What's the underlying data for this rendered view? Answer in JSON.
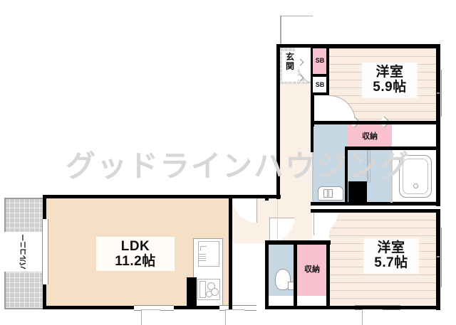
{
  "document": {
    "type": "floor-plan",
    "language": "ja",
    "watermark": "グッドラインハウジング"
  },
  "rooms": [
    {
      "id": "ldk",
      "name_line1": "LDK",
      "name_line2": "11.2帖",
      "size_jo": 11.2,
      "floor_color": "#f5dfc5"
    },
    {
      "id": "bedroom-north",
      "name_line1": "洋室",
      "name_line2": "5.9帖",
      "size_jo": 5.9,
      "floor_color": "#faeee2"
    },
    {
      "id": "bedroom-south",
      "name_line1": "洋室",
      "name_line2": "5.7帖",
      "size_jo": 5.7,
      "floor_color": "#faeee2"
    },
    {
      "id": "genkan",
      "name_line1": "玄",
      "name_line2": "関",
      "name_full": "玄関",
      "floor_color": "#d8d8d8"
    },
    {
      "id": "balcony",
      "name_full": "バルコニー",
      "floor_color": "#cfcfcf"
    }
  ],
  "storage": [
    {
      "id": "shoebox-upper",
      "label": "SB"
    },
    {
      "id": "shoebox-lower",
      "label": "SB"
    },
    {
      "id": "closet-north",
      "label": "収納"
    },
    {
      "id": "closet-south",
      "label": "収納"
    }
  ],
  "fixtures": [
    {
      "id": "bathtub",
      "name": "bathtub"
    },
    {
      "id": "washbasin",
      "name": "washbasin"
    },
    {
      "id": "toilet",
      "name": "toilet"
    },
    {
      "id": "kitchen-sink",
      "name": "kitchen-sink"
    },
    {
      "id": "cooktop",
      "name": "cooktop-3-burner"
    }
  ],
  "colors": {
    "wall": "#000000",
    "ldk_floor": "#f5dfc5",
    "wood_floor": "#faeee2",
    "hall_floor": "#faf0e6",
    "wet_area": "#c6d7e4",
    "storage_pink": "#f9c0d0",
    "genkan_tile": "#d8d8d8",
    "balcony_tile": "#cfcfcf",
    "watermark": "#d7d7d7"
  }
}
